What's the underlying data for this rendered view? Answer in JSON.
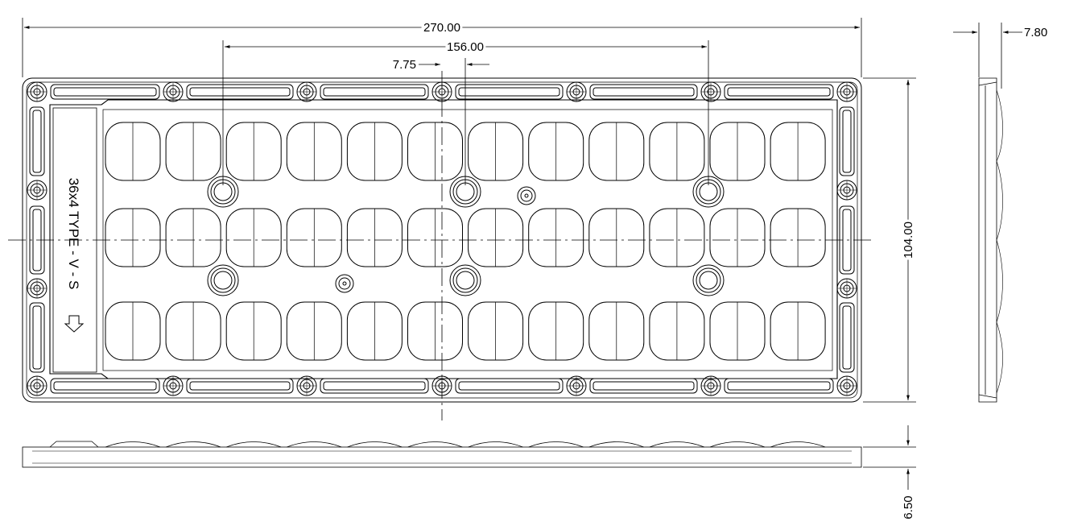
{
  "dimensions": {
    "overall_length": "270.00",
    "mount_spacing": "156.00",
    "center_offset": "7.75",
    "overall_width": "104.00",
    "side_thickness": "7.80",
    "base_thickness": "6.50"
  },
  "part_label": "36x4 TYPE - V - S",
  "lens_array": {
    "rows": 3,
    "columns": 12
  },
  "colors": {
    "line": "#000000",
    "background": "#ffffff"
  }
}
